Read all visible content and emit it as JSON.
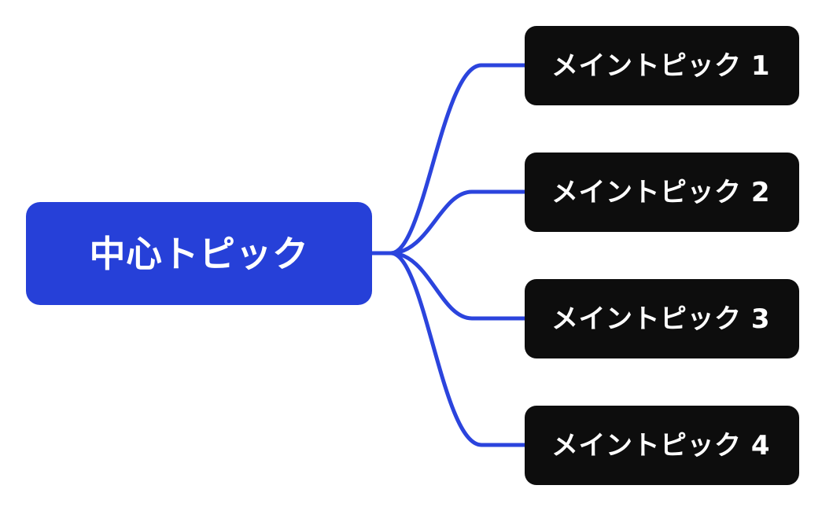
{
  "diagram": {
    "type": "mind-map",
    "background_color": "#ffffff",
    "root": {
      "label": "中心トピック",
      "fill_color": "#2640d8",
      "text_color": "#ffffff"
    },
    "branch_fill_color": "#0d0d0d",
    "branch_text_color": "#ffffff",
    "connector_color": "#2b44dd",
    "connector_width": "5",
    "branches": [
      {
        "label": "メイントピック 1"
      },
      {
        "label": "メイントピック 2"
      },
      {
        "label": "メイントピック 3"
      },
      {
        "label": "メイントピック 4"
      }
    ]
  }
}
